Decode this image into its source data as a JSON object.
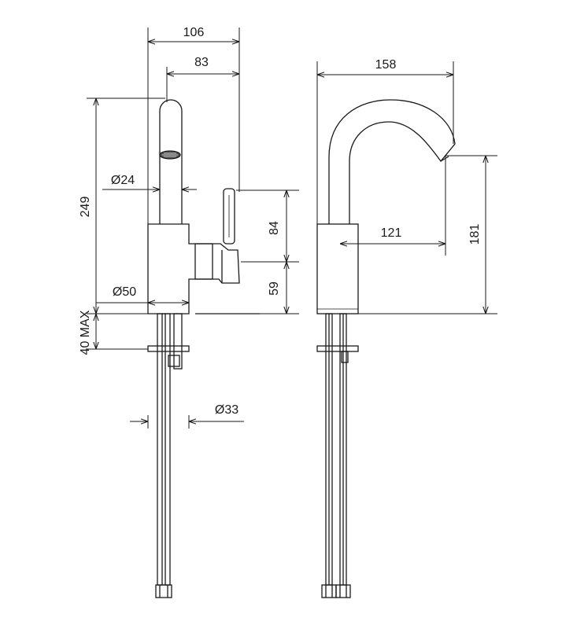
{
  "diagram": {
    "type": "technical-drawing",
    "subject": "single-lever basin faucet, side and front elevation",
    "units": "mm",
    "colors": {
      "line": "#1a1a1a",
      "background": "#ffffff"
    }
  },
  "side_view": {
    "overall_depth": "106",
    "spout_reach": "83",
    "spout_height": "249",
    "spout_diameter": "Ø24",
    "lever_height": "84",
    "body_height": "59",
    "body_diameter": "Ø50",
    "max_deck_thickness": "40 MAX",
    "shank_diameter": "Ø33"
  },
  "front_view": {
    "overall_width": "158",
    "spout_outlet_offset": "121",
    "outlet_height": "181"
  }
}
